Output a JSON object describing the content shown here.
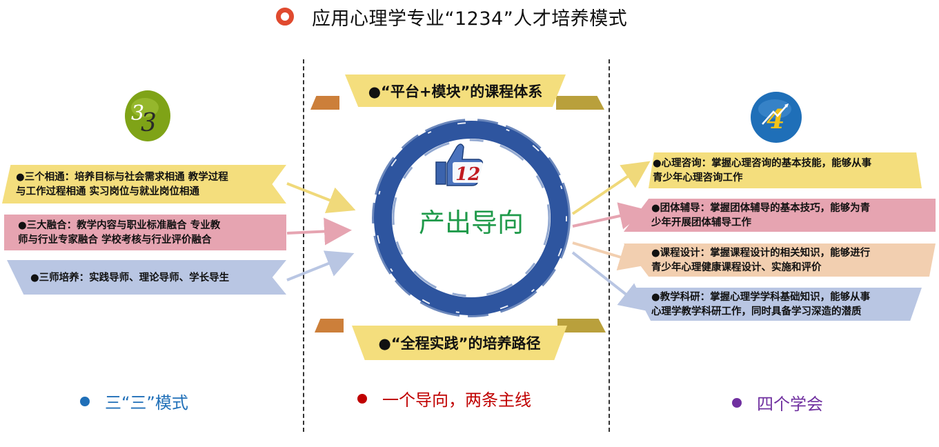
{
  "title": "应用心理学专业“1234”人才培养模式",
  "left": {
    "badge_number": "3",
    "items": [
      {
        "line1": "●三个相通：培养目标与社会需求相通 教学过程",
        "line2": "与工作过程相通 实习岗位与就业岗位相通",
        "color": "#f4de7d"
      },
      {
        "line1": "●三大融合：教学内容与职业标准融合 专业教",
        "line2": "师与行业专家融合 学校考核与行业评价融合",
        "color": "#e6a4b1"
      },
      {
        "line1": "●三师培养：实践导师、理论导师、学长导生",
        "line2": "",
        "color": "#b9c6e3"
      }
    ],
    "caption": "三“三”模式",
    "caption_color": "#1f6fb8"
  },
  "center": {
    "top_banner": "●“平台+模块”的课程体系",
    "bottom_banner": "●“全程实践”的培养路径",
    "core_text": "产出导向",
    "core_color": "#1f9a4a",
    "thumb_number": "12",
    "caption": "一个导向，两条主线",
    "caption_color": "#c00000"
  },
  "right": {
    "badge_number": "4",
    "items": [
      {
        "line1": "●心理咨询：掌握心理咨询的基本技能，能够从事",
        "line2": "青少年心理咨询工作",
        "color": "#f4de7d"
      },
      {
        "line1": "●团体辅导：掌握团体辅导的基本技巧，能够为青",
        "line2": "少年开展团体辅导工作",
        "color": "#e6a4b1"
      },
      {
        "line1": "●课程设计：掌握课程设计的相关知识，能够进行",
        "line2": "青少年心理健康课程设计、实施和评价",
        "color": "#f2cfb0"
      },
      {
        "line1": "●教学科研：掌握心理学学科基础知识，能够从事",
        "line2": "心理学教学科研工作，同时具备学习深造的潜质",
        "color": "#b9c6e3"
      }
    ],
    "caption": "四个学会",
    "caption_color": "#7030a0"
  }
}
